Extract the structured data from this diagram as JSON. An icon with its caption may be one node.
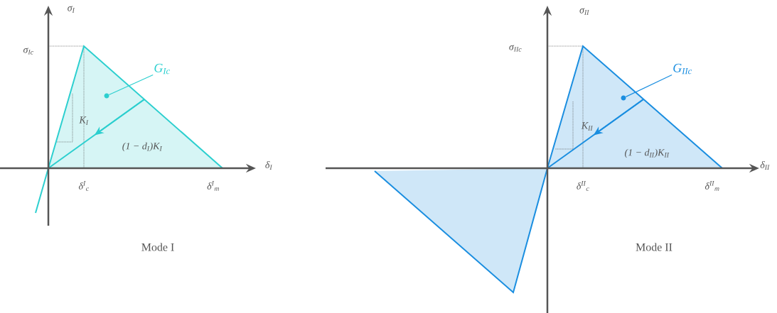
{
  "diagram": {
    "nodes": [
      {
        "text": [
          "G$_{Ic}$"
        ]
      },
      {
        "text": [],
        "shape": "circle"
      },
      {
        "text": [
          "G$_{IIc}$"
        ]
      },
      {
        "text": [],
        "shape": "circle"
      }
    ],
    "edges": [
      {
        "from": 0,
        "to": 1,
        "arrow": "none",
        "color": "#2ccfcf"
      },
      {
        "from": 2,
        "to": 3,
        "arrow": "none",
        "color": "#1a8ee0"
      }
    ],
    "labels": [
      "σ$_{I}$",
      "σ$_{Ic}$",
      "K$_{I}$",
      "(1 − d$_{I}$)K$_{I}$",
      "δ$_{I}$",
      "δ$^{I}$$_{c}$",
      "δ$^{I}$$_{m}$",
      "Mode I",
      "σ$_{II}$",
      "σ$_{IIc}$",
      "K$_{II}$",
      "(1 − d$_{II}$)K$_{II}$",
      "δ$_{II}$",
      "δ$^{II}$$_{c}$",
      "δ$^{II}$$_{m}$",
      "Mode II"
    ]
  }
}
